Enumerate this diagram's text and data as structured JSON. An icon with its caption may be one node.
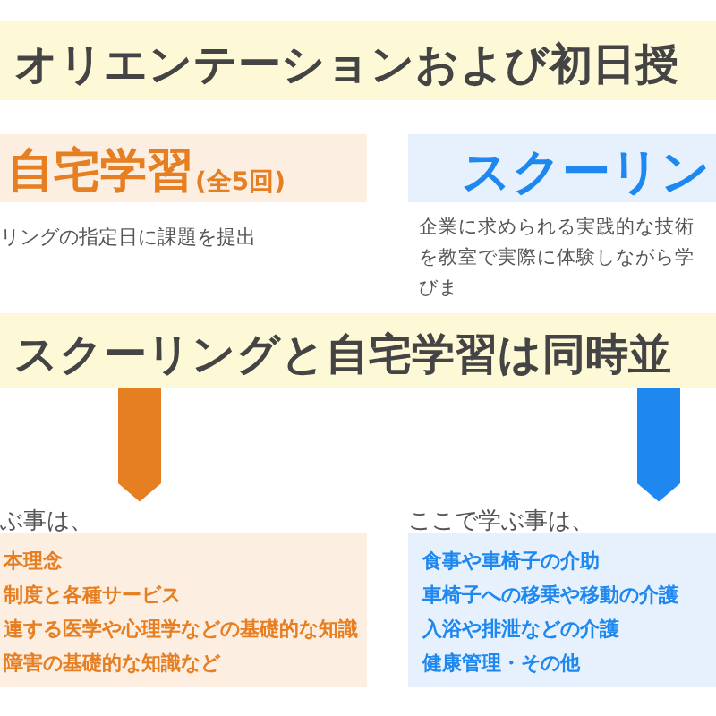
{
  "diagram": {
    "nodes": [
      {
        "text": [
          "オリエンテーションおよび初日授"
        ]
      },
      {
        "text": [
          "自宅学習",
          "(全5回)"
        ],
        "beside": [
          "リングの指定日に課題を提出"
        ]
      },
      {
        "text": [
          "スクーリン"
        ],
        "beside": [
          "企業に求められる実践的な技術を教室で実際に体験しながら学びま"
        ]
      },
      {
        "text": [
          "スクーリングと自宅学習は同時並"
        ]
      },
      {
        "text": [
          "本理念",
          "制度と各種サービス",
          "連する医学や心理学などの基礎的な知識",
          "障害の基礎的な知識など"
        ],
        "beside": [
          "ぶ事は、"
        ]
      },
      {
        "text": [
          "食事や車椅子の介助",
          "車椅子への移乗や移動の介護",
          "入浴や排泄などの介護",
          "健康管理・その他"
        ],
        "beside": [
          "ここで学ぶ事は、"
        ]
      }
    ],
    "edges": [
      {
        "from": 3,
        "to": 4,
        "arrow": "to",
        "color": "#e67e22"
      },
      {
        "from": 3,
        "to": 5,
        "arrow": "to",
        "color": "#1e88f0"
      }
    ]
  }
}
